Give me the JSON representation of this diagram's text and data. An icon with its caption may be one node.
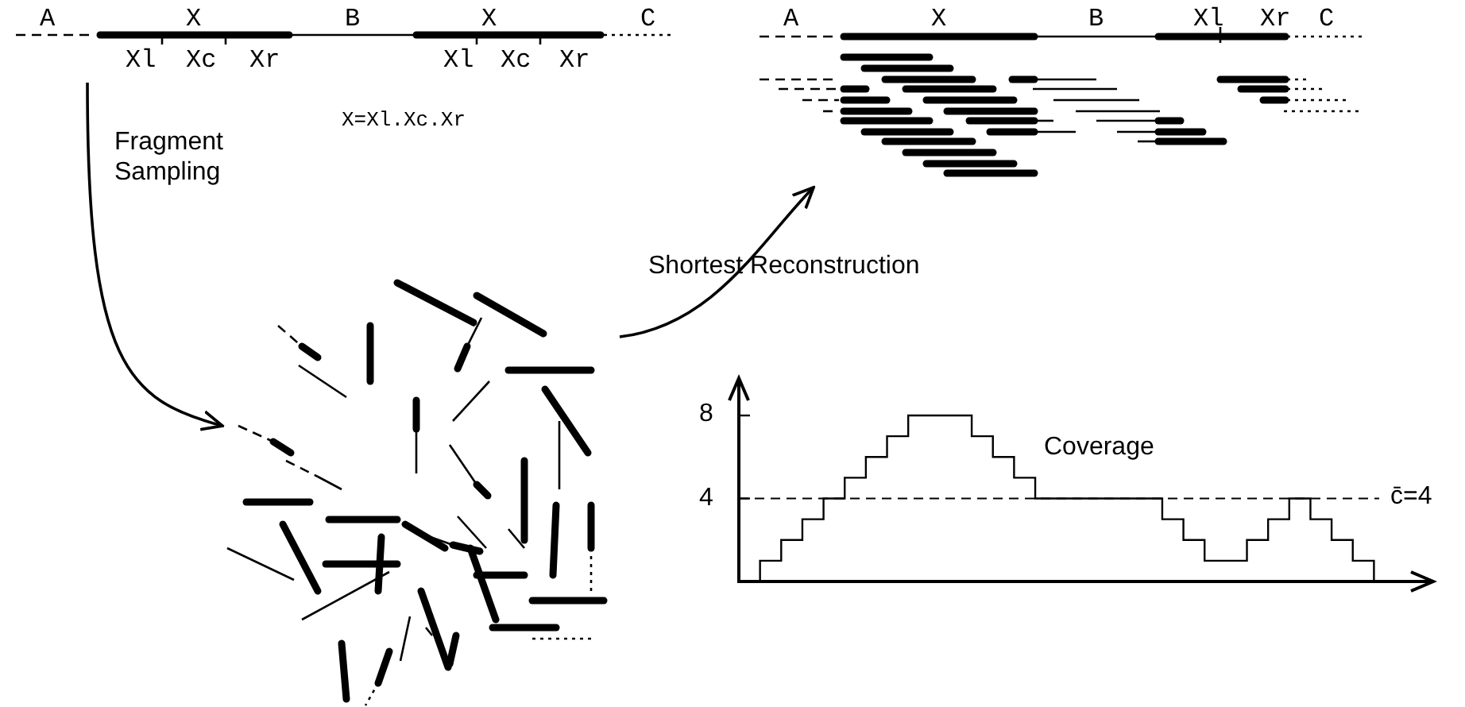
{
  "diagram": {
    "nodes": [
      {
        "text": [
          "A",
          "X",
          "B",
          "X",
          "C",
          "Xl",
          "Xc",
          "Xr",
          "Xl",
          "Xc",
          "Xr"
        ]
      },
      {
        "text": [],
        "shape": "lines"
      },
      {
        "text": [
          "A",
          "X",
          "B",
          "Xl",
          "Xr",
          "C"
        ]
      }
    ],
    "edges": [
      {
        "from": 0,
        "to": 1,
        "arrow": "to",
        "label": "Fragment Sampling"
      },
      {
        "from": 1,
        "to": 2,
        "arrow": "to",
        "label": "Shortest Reconstruction"
      }
    ],
    "labels": [
      "X=Xl.Xc.Xr",
      "8",
      "Coverage",
      "4",
      "c̄=4"
    ]
  }
}
